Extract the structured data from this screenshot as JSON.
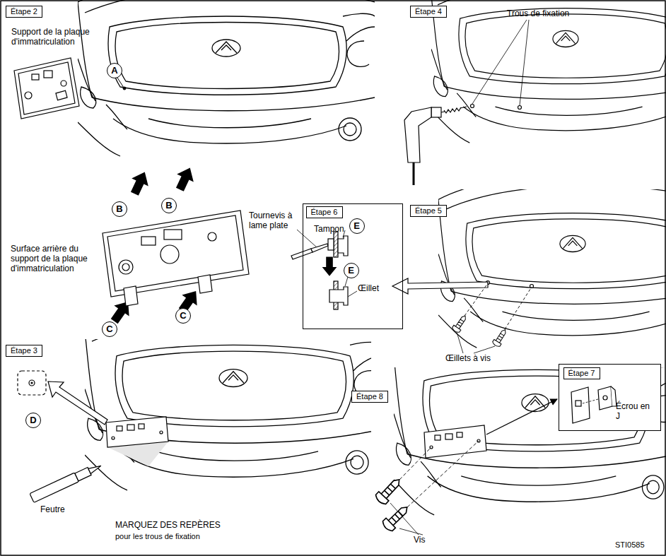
{
  "diagram": {
    "nodes": [
      {
        "text": [
          "Étape 2"
        ]
      },
      {
        "text": [
          "A"
        ]
      },
      {
        "text": [
          "B"
        ]
      },
      {
        "text": [
          "B"
        ]
      },
      {
        "text": [
          "C"
        ]
      },
      {
        "text": [
          "C"
        ]
      },
      {
        "text": [
          "Étape 4"
        ]
      },
      {
        "text": [
          "Tampon",
          "Œillet"
        ]
      },
      {
        "text": [
          "Étape 6"
        ],
        "in": 7
      },
      {
        "text": [
          "E"
        ],
        "in": 7
      },
      {
        "text": [
          "E"
        ],
        "in": 7
      },
      {
        "text": [
          "Étape 5"
        ]
      },
      {
        "text": [
          "Étape 3"
        ]
      },
      {
        "text": [
          "D"
        ]
      },
      {
        "text": [
          "Étape 8"
        ]
      },
      {
        "text": [
          "Écrou en J"
        ]
      },
      {
        "text": [
          "Étape 7"
        ],
        "in": 15
      }
    ],
    "labels": [
      "Support de la plaque d'immatriculation",
      "Surface arrière du support de la plaque d'immatriculation",
      "Trous de fixation",
      "Tournevis à lame plate",
      "Œillets à vis",
      "Feutre",
      "MARQUEZ DES REPÈRES",
      "pour les trous de fixation",
      "Vis",
      "STI0585"
    ]
  }
}
